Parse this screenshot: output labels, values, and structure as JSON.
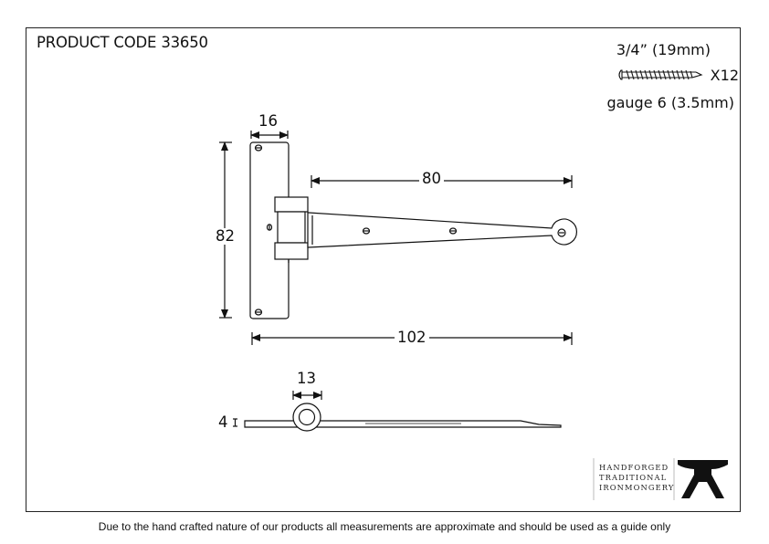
{
  "header": {
    "product_code": "PRODUCT CODE 33650"
  },
  "screws": {
    "size": "3/4” (19mm)",
    "quantity": "X12",
    "gauge": "gauge 6 (3.5mm)"
  },
  "dimensions": {
    "plate_width": "16",
    "plate_height": "82",
    "strap_length": "80",
    "total_length": "102",
    "knuckle_diameter": "13",
    "thickness": "4"
  },
  "logo": {
    "line1": "HANDFORGED",
    "line2": "TRADITIONAL",
    "line3": "IRONMONGERY",
    "icon": "anvil-icon"
  },
  "footer": {
    "disclaimer": "Due to the hand crafted nature of our products all measurements are approximate and should be used as a guide only"
  }
}
